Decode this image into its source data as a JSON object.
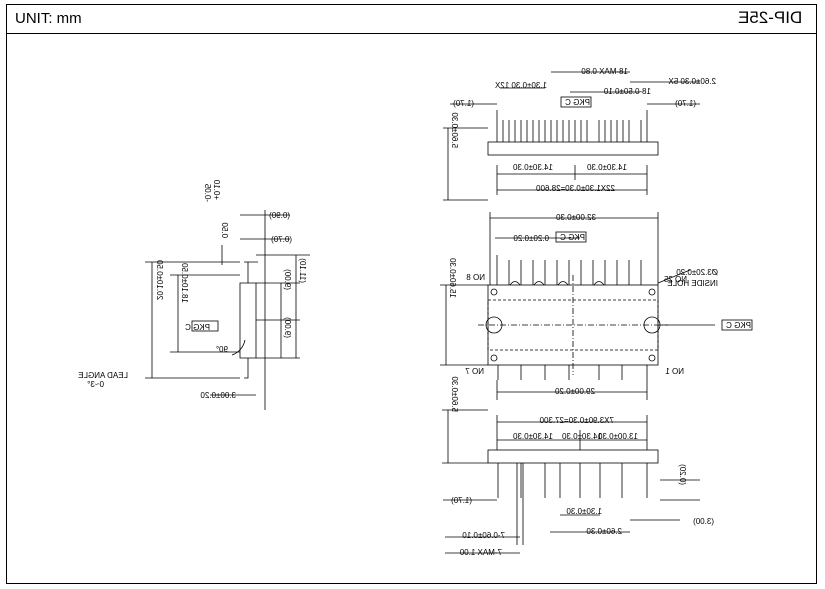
{
  "header": {
    "unit": "UNIT: mm",
    "package": "DIP-25E"
  },
  "top_view": {
    "d_18_max": "18-MAX 0.80",
    "d_2_60_5x": "2.60±0.30 5X",
    "d_1_30_12x": "1.30±0.30 12X",
    "d_18_0_50": "18-0.50±0.10",
    "d_1_70_l": "(1.70)",
    "d_1_70_r": "(1.70)",
    "pkg_c": "PKG C",
    "d_14_30_a": "14.30±0.30",
    "d_14_30_b": "14.30±0.30",
    "d_22x": "22X1.30±0.30=28.600",
    "d_side": "5.60±0.30"
  },
  "front_view": {
    "d_32": "32.00±0.30",
    "d_0_20": "0.20±0.20",
    "pkg_c_top": "PKG C",
    "no_8": "NO 8",
    "no_25": "NO 25",
    "hole": "Ø3.20±0.20",
    "inside_hole": "INSIDE HOLE",
    "pkg_c_right": "PKG C",
    "d_15": "15.60±0.30",
    "no_7": "NO 7",
    "no_1": "NO 1",
    "d_29": "29.00±0.20"
  },
  "bottom_view": {
    "d_5_60": "5.60±0.30",
    "d_7x": "7X3.90±0.30=27.300",
    "d_14_30": "14.30±0.30",
    "d_14_30_b": "14.30±0.30",
    "d_13": "13.00±0.30",
    "d_1_70": "(1.70)",
    "d_0_20": "(0.20)",
    "d_1_30": "1.30±0.30",
    "d_2_60": "2.60±0.30",
    "d_3_00": "(3.00)",
    "d_7_0": "7-0.60±0.10",
    "d_7_max": "7-MAX 1.00"
  },
  "side_view": {
    "d_0_50": "0.50",
    "d_plus": "+0.10",
    "d_minus": "-0.05",
    "d_0_90": "(0.90)",
    "d_0_70": "(0.70)",
    "d_20_10": "20.10±0.50",
    "d_18_10": "18.10±0.50",
    "pkg_c": "PKG C",
    "d_11": "(11.10)",
    "d_9_a": "(9.00)",
    "d_9_b": "(9.00)",
    "angle": "90°",
    "lead_angle": "LEAD ANGLE",
    "lead_range": "0~3°",
    "d_3_00": "3.00±0.20"
  }
}
